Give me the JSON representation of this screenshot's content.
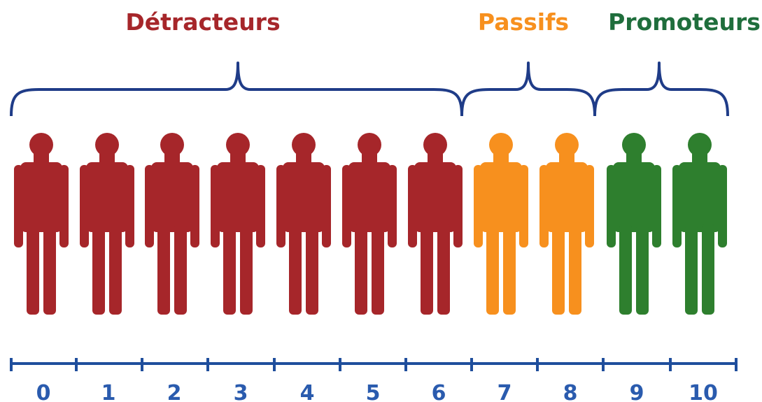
{
  "groups": [
    {
      "label": "Détracteurs",
      "from": 0,
      "to": 6,
      "color": "#A6262A"
    },
    {
      "label": "Passifs",
      "from": 7,
      "to": 8,
      "color": "#F7901E"
    },
    {
      "label": "Promoteurs",
      "from": 9,
      "to": 10,
      "color": "#1F6E3C"
    }
  ],
  "scale": [
    "0",
    "1",
    "2",
    "3",
    "4",
    "5",
    "6",
    "7",
    "8",
    "9",
    "10"
  ],
  "colors": {
    "detracteur": "#A6262A",
    "passif": "#F7901E",
    "promoteur": "#2E7F2E",
    "bracket": "#1F3C88",
    "scale_line": "#1F4E9C",
    "scale_text": "#2A5BAE"
  },
  "icon": "person-icon"
}
